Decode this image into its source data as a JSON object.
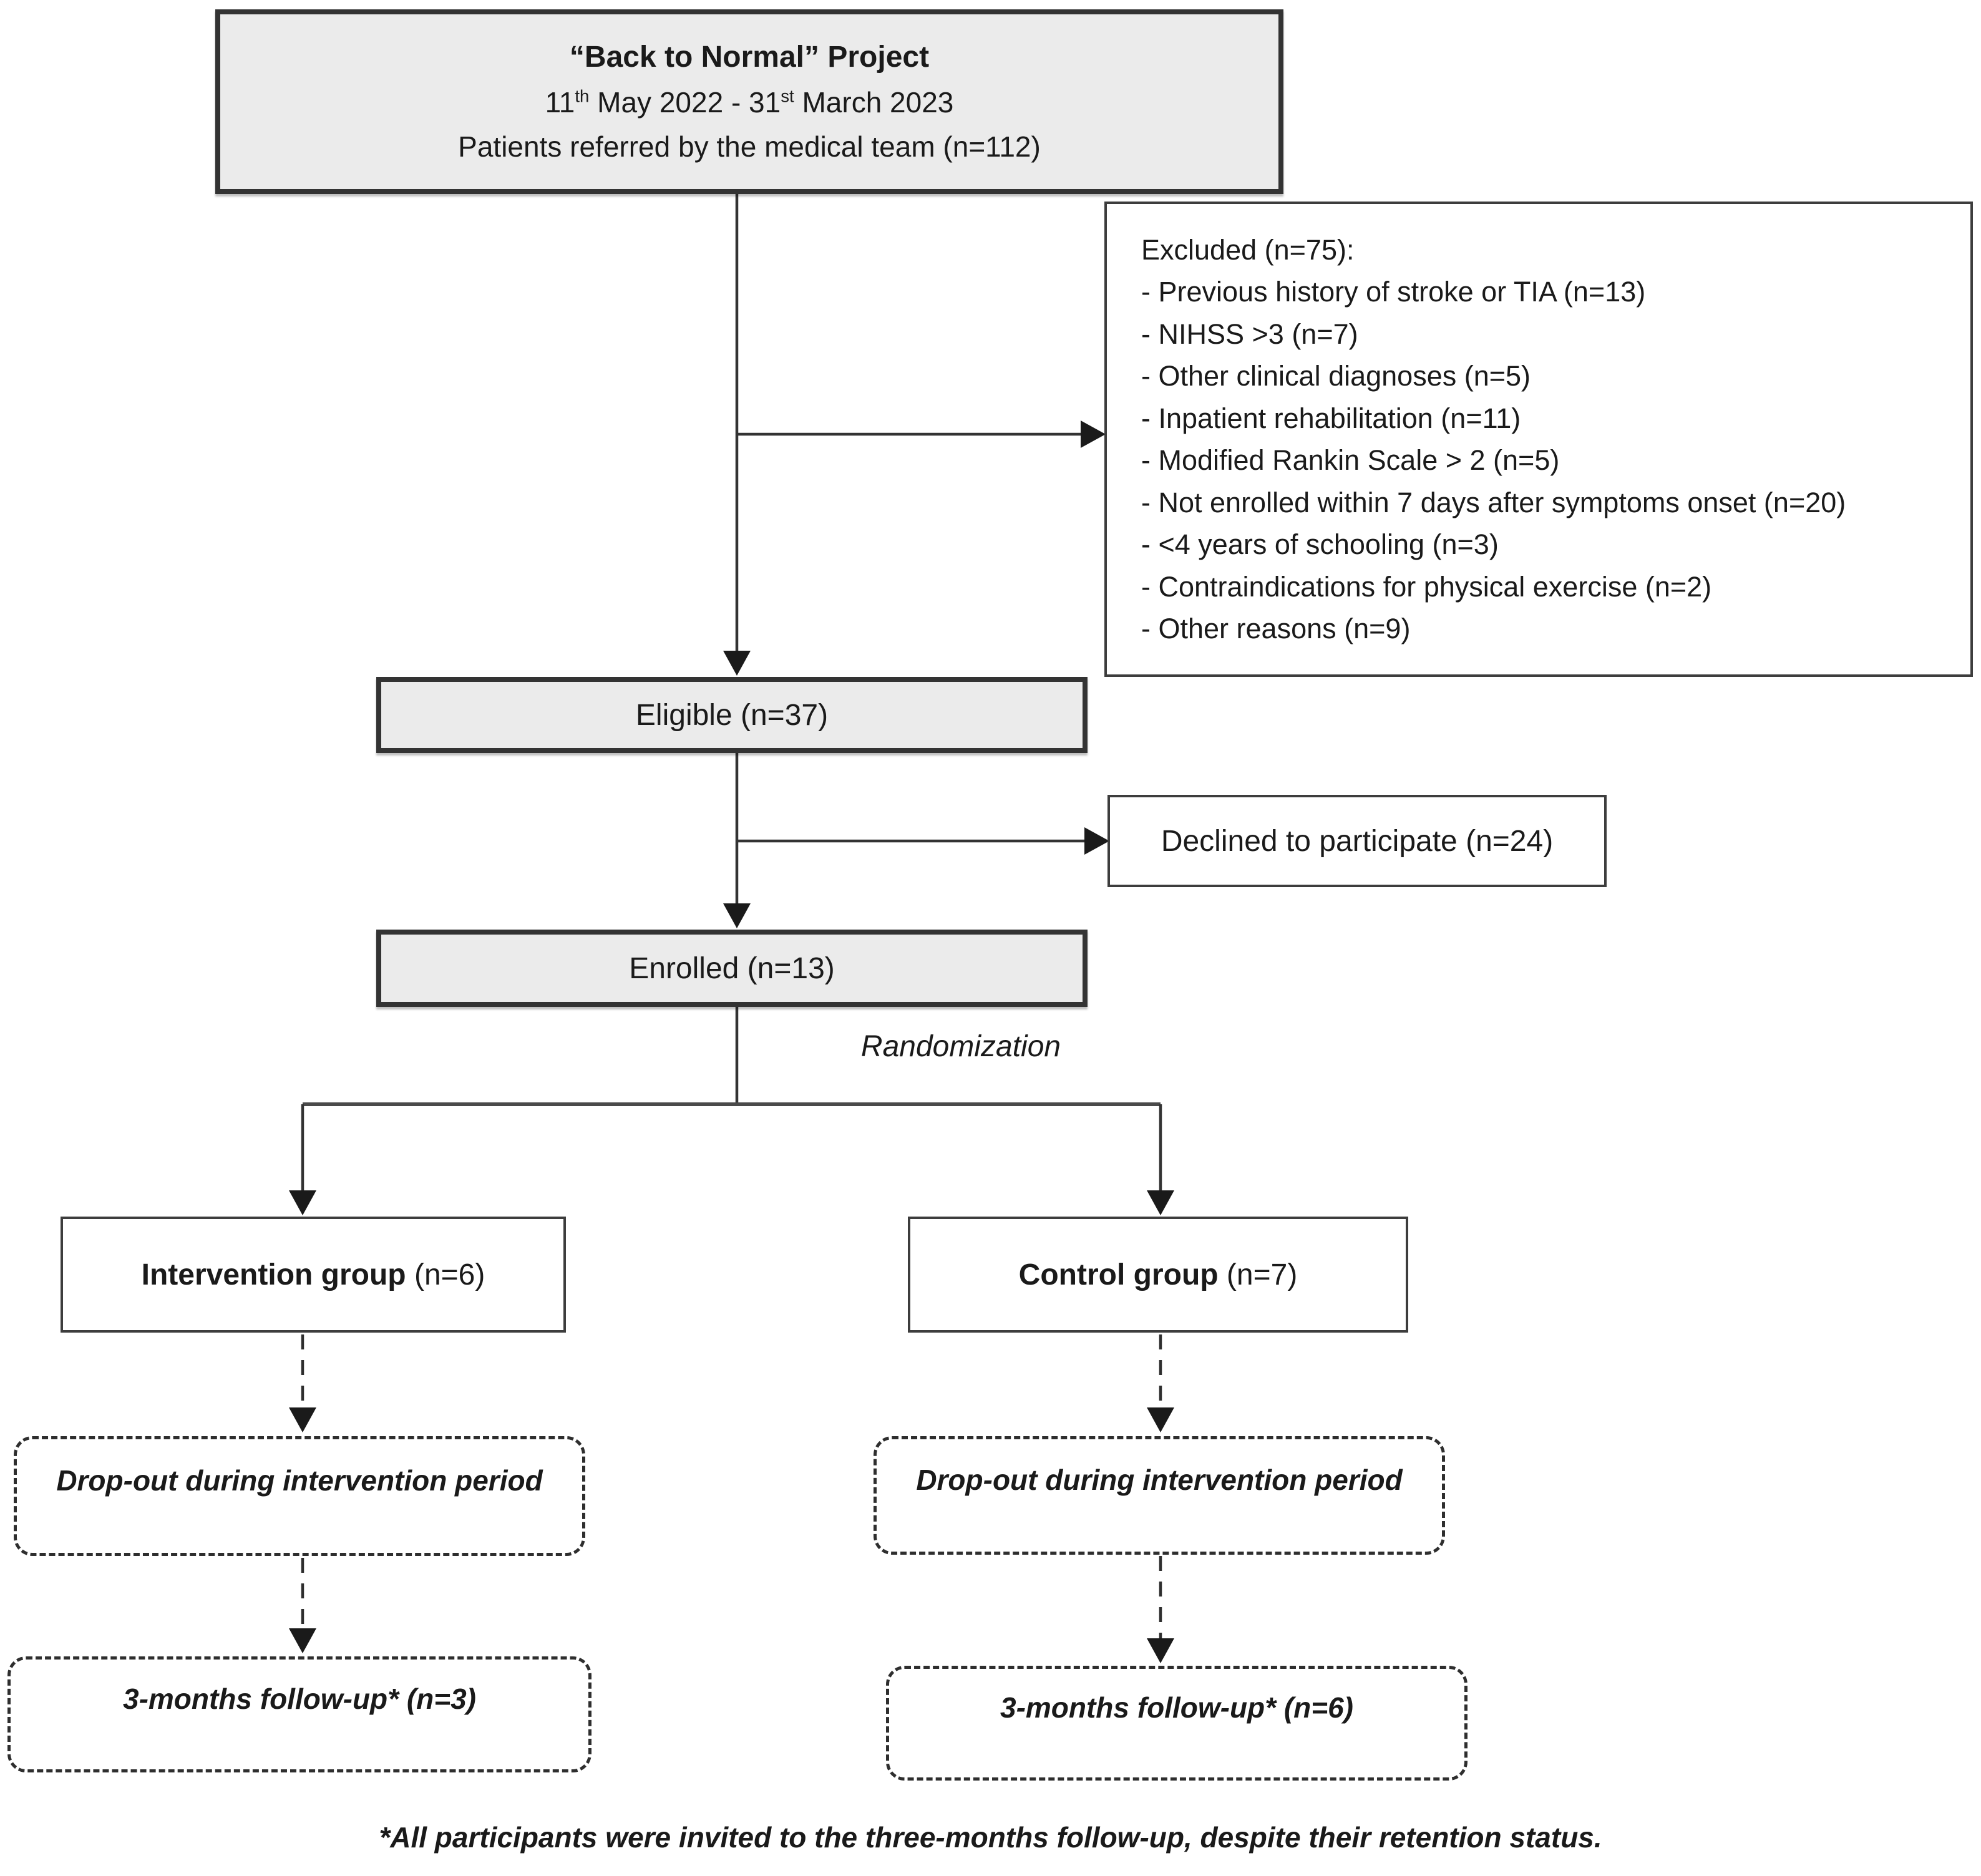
{
  "colors": {
    "grey_box_fill": "#ebebeb",
    "thick_border": "#333333",
    "thin_border": "#3d3d3d",
    "dashed_border": "#2e2e2e",
    "text": "#1a1a1a",
    "background": "#ffffff"
  },
  "top_box": {
    "title": "“Back to Normal” Project",
    "date": {
      "d1": "11",
      "sup1": "th",
      "mid": " May 2022 - 31",
      "sup2": "st",
      "end": " March 2023"
    },
    "line3": "Patients referred by the medical team (n=112)"
  },
  "excluded_box": {
    "header": "Excluded (n=75):",
    "items": [
      "- Previous history of stroke or TIA (n=13)",
      "- NIHSS >3 (n=7)",
      "- Other clinical diagnoses (n=5)",
      "- Inpatient rehabilitation (n=11)",
      "- Modified Rankin Scale > 2 (n=5)",
      "- Not enrolled within 7 days after symptoms onset (n=20)",
      "- <4 years of schooling (n=3)",
      "- Contraindications for physical exercise (n=2)",
      "- Other reasons (n=9)"
    ]
  },
  "eligible_box": {
    "label": "Eligible (n=37)"
  },
  "declined_box": {
    "label": "Declined to participate (n=24)"
  },
  "enrolled_box": {
    "label": "Enrolled (n=13)"
  },
  "randomization_label": "Randomization",
  "intervention_box": {
    "label": "Intervention group",
    "count": " (n=6)"
  },
  "control_box": {
    "label": "Control group",
    "count": " (n=7)"
  },
  "dropout_left_box": {
    "label": "Drop-out during intervention period"
  },
  "dropout_right_box": {
    "label": "Drop-out during intervention period"
  },
  "followup_left_box": {
    "label": "3-months follow-up* (n=3)"
  },
  "followup_right_box": {
    "label": "3-months follow-up* (n=6)"
  },
  "footnote": "*All participants were invited to the three-months follow-up, despite their retention status."
}
